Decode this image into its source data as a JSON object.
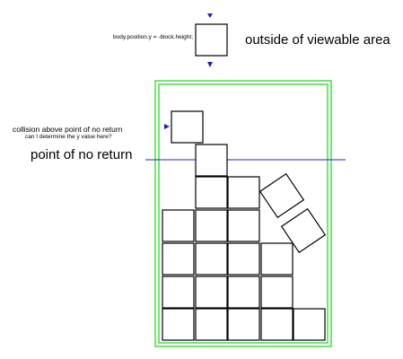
{
  "labels": {
    "spawn_code": "body.position.y = -block.height;",
    "outside_area": "outside of viewable area",
    "collision": "collision above point of no return",
    "question": "can I determine the y value here?",
    "point_of_no_return": "point of no return"
  },
  "colors": {
    "container_border": "#22dd22",
    "guide_line": "#2222cc",
    "arrow": "#1a1acc",
    "block_stroke": "#000000",
    "block_fill": "#ffffff"
  },
  "blocks": {
    "spawned": 1,
    "colliding": 1,
    "stacked": 21,
    "tilted": 2
  }
}
